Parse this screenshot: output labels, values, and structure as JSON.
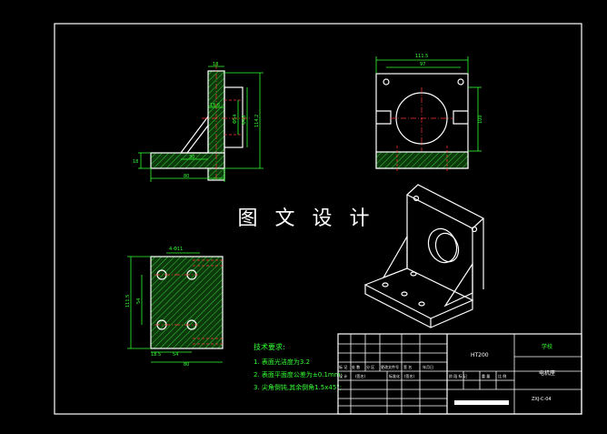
{
  "watermark": "图 文 设 计",
  "front_view": {
    "dims": {
      "top_thickness": "18",
      "right_height": "114.2",
      "bore_dia": "Φ48",
      "mid_a": "15.6",
      "mid_b": "Φ54",
      "rib": "30",
      "base_thickness": "18",
      "base_length": "80"
    }
  },
  "side_view": {
    "dims": {
      "overall_width": "111.5",
      "hole_pitch": "97",
      "height": "100"
    }
  },
  "top_view": {
    "dims": {
      "holes": "4-Φ11",
      "height": "111.5",
      "pitch": "54",
      "left_off": "18.5",
      "pitch_h": "54",
      "width": "80"
    }
  },
  "notes": {
    "title": "技术要求:",
    "items": [
      "1. 表面光洁度为3.2",
      "2. 表面平面度公差为±0.1mm;",
      "3. 尖角倒钝,其余倒角1.5x45°;"
    ]
  },
  "title_block": {
    "col_labels": [
      "标 记",
      "处 数",
      "分 区",
      "更改文件号",
      "签 名",
      "年月日"
    ],
    "design_row": [
      "设 计",
      "(签名)",
      "标准化",
      "(签名)"
    ],
    "stage_labels": [
      "阶 段 标 记",
      "重 量",
      "比 例"
    ],
    "material": "HT200",
    "company": "学校",
    "drawing_name": "电机座",
    "drawing_number": "ZXJ-C-04"
  }
}
